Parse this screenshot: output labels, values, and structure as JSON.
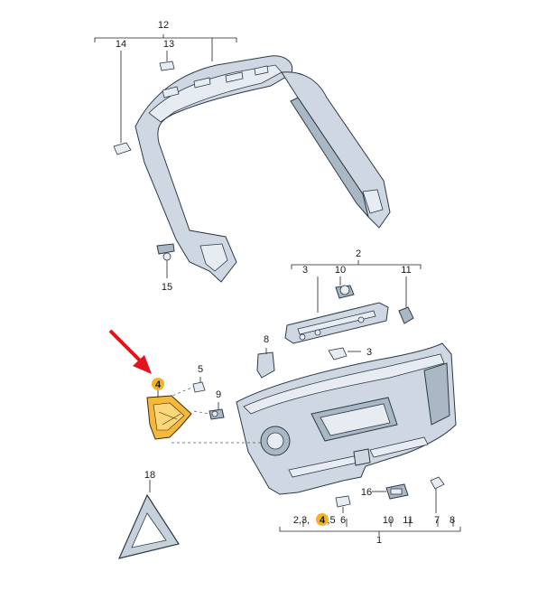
{
  "diagram": {
    "callouts": {
      "c12": "12",
      "c14": "14",
      "c13": "13",
      "c15": "15",
      "c2": "2",
      "c3a": "3",
      "c10a": "10",
      "c11a": "11",
      "c8a": "8",
      "c3b": "3",
      "c5": "5",
      "c9": "9",
      "c4": "4",
      "c16": "16",
      "c18": "18",
      "c1": "1",
      "c6": "6",
      "c10b": "10",
      "c11b": "11",
      "c7": "7",
      "c8b": "8",
      "group_prefix": "2,3,",
      "group_highlight": "4",
      "group_suffix": ",5"
    },
    "colors": {
      "highlight": "#f5b324",
      "arrow": "#e1131c",
      "part_fill": "#cfd8e2",
      "outline": "#2d3a46"
    },
    "pointer_arrow_target": "4"
  }
}
